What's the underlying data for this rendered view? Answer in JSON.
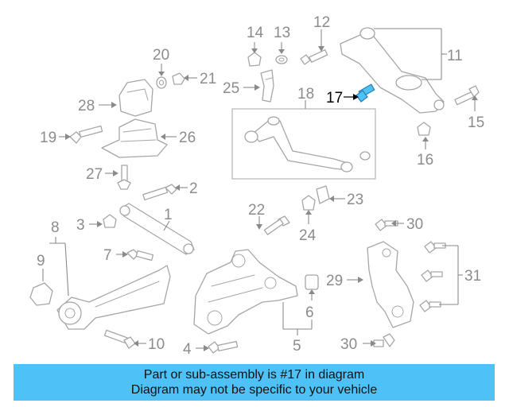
{
  "diagram": {
    "callouts": {
      "c1": "1",
      "c2": "2",
      "c3": "3",
      "c4": "4",
      "c5": "5",
      "c6": "6",
      "c7": "7",
      "c8": "8",
      "c9": "9",
      "c10": "10",
      "c11": "11",
      "c12": "12",
      "c13": "13",
      "c14": "14",
      "c15": "15",
      "c16": "16",
      "c17": "17",
      "c18": "18",
      "c19": "19",
      "c20": "20",
      "c21": "21",
      "c22": "22",
      "c23": "23",
      "c24": "24",
      "c25": "25",
      "c26": "26",
      "c27": "27",
      "c28": "28",
      "c29": "29",
      "c30a": "30",
      "c30b": "30",
      "c31": "31"
    },
    "highlighted_part": "17",
    "highlight_color": "#4ec2f7",
    "line_color": "#a6a6a6"
  },
  "banner": {
    "line1": "Part or sub-assembly is #17 in diagram",
    "line2": "Diagram may not be specific to your vehicle",
    "background": "#4ec2f7"
  }
}
